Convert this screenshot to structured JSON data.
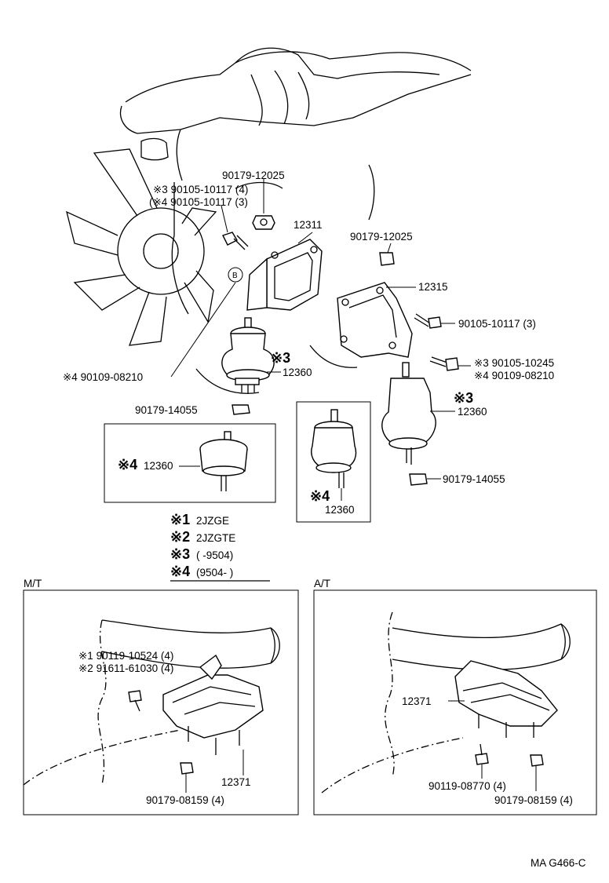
{
  "labels": {
    "n90179_12025_a": "90179-12025",
    "n3_bolt_top": "※3 90105-10117 (4)",
    "n4_bolt_top": "(※4 90105-10117 (3)",
    "p12311": "12311",
    "n90179_12025_b": "90179-12025",
    "p12315": "12315",
    "n90105_10117_3": "90105-10117 (3)",
    "b_mark": "B",
    "n4_90109_08210": "※4 90109-08210",
    "s3_left": "※3",
    "p12360_left": "12360",
    "n3_90105_10245": "※3 90105-10245",
    "n4_90109_08210_r": "※4 90109-08210",
    "s3_right": "※3",
    "p12360_right": "12360",
    "n90179_14055_left": "90179-14055",
    "box_left_mark": "※4",
    "box_left_part": "12360",
    "box_mid_mark": "※4",
    "box_mid_part": "12360",
    "n90179_14055_right": "90179-14055"
  },
  "legend": [
    {
      "mark": "※1",
      "text": "2JZGE"
    },
    {
      "mark": "※2",
      "text": "2JZGTE"
    },
    {
      "mark": "※3",
      "text": "(      -9504)"
    },
    {
      "mark": "※4",
      "text": "(9504-        )"
    }
  ],
  "mt": {
    "title": "M/T",
    "bolt1": "※1 90119-10524 (4)",
    "bolt2": "※2 91611-61030 (4)",
    "part": "12371",
    "nut": "90179-08159 (4)"
  },
  "at": {
    "title": "A/T",
    "part": "12371",
    "bolt": "90119-08770 (4)",
    "nut": "90179-08159 (4)"
  },
  "footer": "MA  G466-C"
}
